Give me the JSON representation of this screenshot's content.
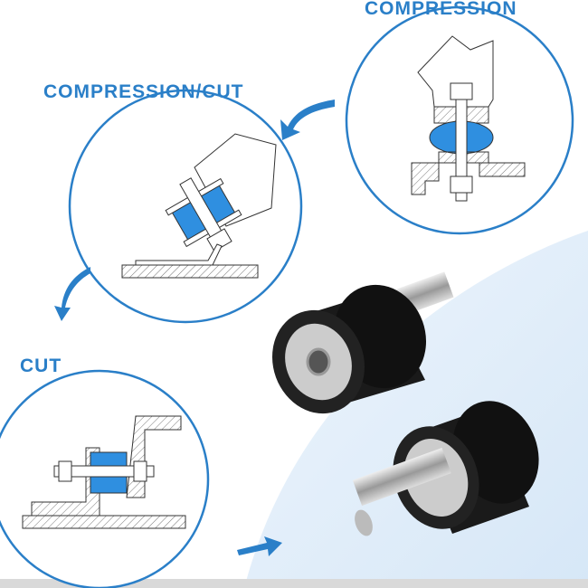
{
  "labels": {
    "compression": "COMPRESSION",
    "compression_cut": "COMPRESSION/CUT",
    "cut": "CUT"
  },
  "colors": {
    "accent": "#2a7fc8",
    "rubber_highlight": "#2f8fe0",
    "rubber": "#1a1a1a",
    "background_wash": "#e3eef9"
  }
}
